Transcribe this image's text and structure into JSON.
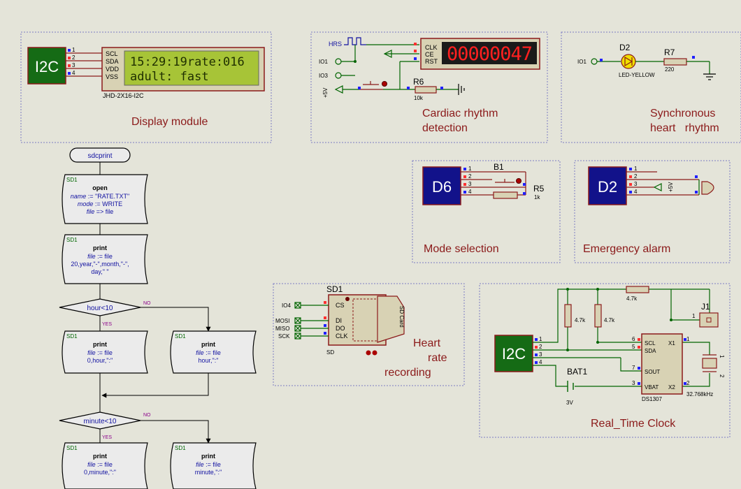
{
  "colors": {
    "background": "#e4e4d9",
    "wire": "#006400",
    "frame": "#7c7cc4",
    "comp_stroke": "#8b1a1a",
    "comp_fill": "#d8d2b4",
    "lcd_bg": "#a7c437",
    "lcd_text": "#1f2f00",
    "seg_bg": "#1a1a1a",
    "seg_on": "#ff2020",
    "i2c_fill": "#156b15",
    "dev_fill": "#12128a",
    "led_fill": "#f0e000",
    "title_red": "#8b1a1a",
    "label_green": "#006600",
    "label_blue": "#1010a0",
    "label_purple": "#8b008b",
    "flow_fill": "#ebebeb"
  },
  "display": {
    "title": "Display module",
    "block": "I2C",
    "pins": [
      "1",
      "2",
      "3",
      "4"
    ],
    "lcd_pins": [
      "SCL",
      "SDA",
      "VDD",
      "VSS"
    ],
    "lcd_line1": "15:29:19rate:016",
    "lcd_line2": "adult: fast",
    "part": "JHD-2X16-I2C"
  },
  "cardiac": {
    "title_line1": "Cardiac rhythm",
    "title_line2": "detection",
    "hrs": "HRS",
    "io1": "IO1",
    "io3": "IO3",
    "power": "+5V",
    "pins": [
      "CLK",
      "CE",
      "RST"
    ],
    "counter": "00000047",
    "resistor": "R6",
    "resistor_value": "10k"
  },
  "sync": {
    "title_line1": "Synchronous",
    "title_line2": "heart   rhythm",
    "io": "IO1",
    "led": "D2",
    "led_part": "LED-YELLOW",
    "resistor": "R7",
    "resistor_value": "220"
  },
  "mode": {
    "title": "Mode selection",
    "block": "D6",
    "pins": [
      "1",
      "2",
      "3",
      "4"
    ],
    "button": "B1",
    "resistor": "R5",
    "resistor_value": "1k"
  },
  "alarm": {
    "title": "Emergency alarm",
    "block": "D2",
    "pins": [
      "1",
      "2",
      "3",
      "4"
    ],
    "power": "+5V"
  },
  "sd": {
    "title_line1": "Heart",
    "title_line2": "rate",
    "title_line3": "recording",
    "ref": "SD1",
    "signals": [
      "IO4",
      "MOSI",
      "MISO",
      "SCK"
    ],
    "pins": [
      "CS",
      "DI",
      "DO",
      "CLK"
    ],
    "card_label": "SD Card",
    "part": "SD"
  },
  "rtc": {
    "title": "Real_Time Clock",
    "block": "I2C",
    "pins": [
      "1",
      "2",
      "3",
      "4"
    ],
    "r_top": "4.7k",
    "r1": "4.7k",
    "r2": "4.7k",
    "connector": "J1",
    "j_pin": "1",
    "battery": "BAT1",
    "battery_value": "3V",
    "chip": "DS1307",
    "chip_pins_left": [
      "SCL",
      "SDA",
      "SOUT",
      "VBAT"
    ],
    "chip_pin_nums_left": [
      "6",
      "5",
      "7",
      "3"
    ],
    "chip_pins_right": [
      "X1",
      "X2"
    ],
    "chip_pin_nums_right": [
      "1",
      "2"
    ],
    "crystal": "32.768kHz",
    "crystal_pins": [
      "1",
      "2"
    ]
  },
  "flow": {
    "start": "sdcprint",
    "sd_ref": "SD1",
    "open_title": "open",
    "open_line1_key": "name",
    "open_line1_val": " := \"RATE.TXT\"",
    "open_line2_key": "mode",
    "open_line2_val": " := WRITE",
    "open_line3_key": "file",
    "open_line3_val": " => file",
    "print_title": "print",
    "file_key": "file",
    "file_val": " := file",
    "print1_line2": "20,year,\"-\",month,\"-\",",
    "print1_line3": "day,\" \"",
    "decision1": "hour<10",
    "decision2": "minute<10",
    "yes": "YES",
    "no": "NO",
    "print_hour_zero": "0,hour,\":\"",
    "print_hour": "hour,\":\"",
    "print_minute_zero": "0,minute,\":\"",
    "print_minute": "minute,\":\""
  }
}
